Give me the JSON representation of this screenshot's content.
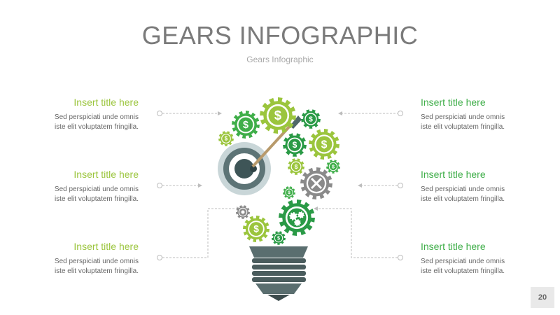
{
  "slide": {
    "title": "GEARS INFOGRAPHIC",
    "subtitle": "Gears Infographic",
    "page_number": "20"
  },
  "colors": {
    "lime": "#9bc53d",
    "green": "#3fae49",
    "dark_green": "#2a9a46",
    "gray_gear": "#8a8a8a",
    "bulb": "#5a6e6f",
    "target_light": "#c9d6d8",
    "target_dark": "#4f6769"
  },
  "items": [
    {
      "title": "Insert title here",
      "body_line1": "Sed perspiciati unde omnis",
      "body_line2": "iste elit voluptatem fringilla.",
      "color": "#9bc53d"
    },
    {
      "title": "Insert title here",
      "body_line1": "Sed perspiciati unde omnis",
      "body_line2": "iste elit voluptatem fringilla.",
      "color": "#9bc53d"
    },
    {
      "title": "Insert title here",
      "body_line1": "Sed perspiciati unde omnis",
      "body_line2": "iste elit voluptatem fringilla.",
      "color": "#9bc53d"
    },
    {
      "title": "Insert title here",
      "body_line1": "Sed perspiciati unde omnis",
      "body_line2": "iste elit voluptatem fringilla.",
      "color": "#3fae49"
    },
    {
      "title": "Insert title here",
      "body_line1": "Sed perspiciati unde omnis",
      "body_line2": "iste elit voluptatem fringilla.",
      "color": "#3fae49"
    },
    {
      "title": "Insert title here",
      "body_line1": "Sed perspiciati unde omnis",
      "body_line2": "iste elit voluptatem fringilla.",
      "color": "#3fae49"
    }
  ],
  "icons": {
    "gear_dollar": "gear-dollar-icon",
    "gear_tools": "gear-tools-icon",
    "gear_cogs": "gear-cogs-icon",
    "target": "target-arrow-icon",
    "bulb": "light-bulb-icon"
  },
  "currency_symbol": "$"
}
